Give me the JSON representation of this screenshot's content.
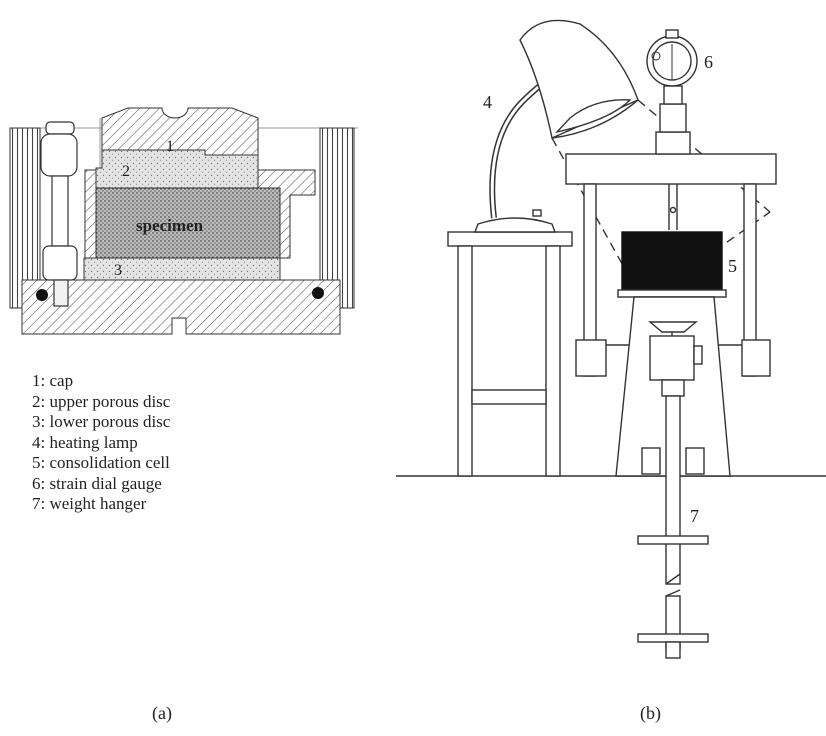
{
  "panel_a": {
    "labels": {
      "cap": "1",
      "upper_disc": "2",
      "lower_disc": "3",
      "specimen": "specimen"
    }
  },
  "legend": [
    "1: cap",
    "2: upper porous disc",
    "3: lower porous disc",
    "4: heating lamp",
    "5: consolidation cell",
    "6: strain dial gauge",
    "7: weight hanger"
  ],
  "panel_b": {
    "labels": {
      "lamp": "4",
      "cell": "5",
      "gauge": "6",
      "hanger": "7"
    }
  },
  "captions": {
    "a": "(a)",
    "b": "(b)"
  }
}
